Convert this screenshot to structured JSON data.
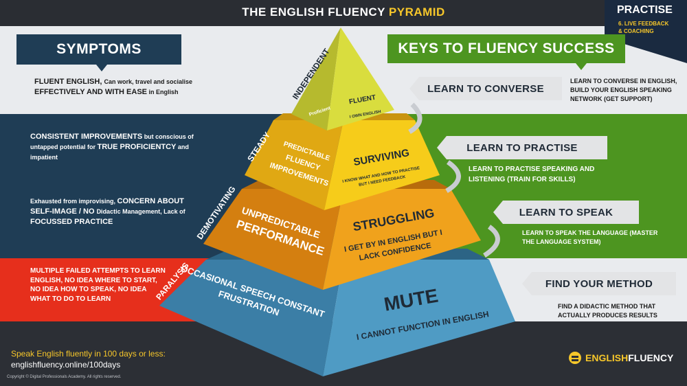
{
  "title": {
    "main": "THE ENGLISH FLUENCY",
    "highlight": "PYRAMID"
  },
  "practise": {
    "title": "PRACTISE",
    "sub1": "6. LIVE FEEDBACK",
    "sub2": "& COACHING"
  },
  "symptoms": {
    "heading": "SYMPTOMS",
    "items": [
      {
        "parts": [
          "FLUENT ENGLISH, ",
          "Can work, travel",
          " and socialise ",
          "EFFECTIVELY AND WITH EASE",
          " in English"
        ]
      },
      {
        "parts": [
          "CONSISTENT IMPROVEMENTS",
          " but conscious of untapped potential for ",
          "TRUE PROFICIENTCY",
          " and impatient"
        ]
      },
      {
        "parts": [
          "Exhausted from improvising, ",
          "CONCERN ABOUT SELF-IMAGE / NO ",
          "Didactic Management",
          ", Lack of ",
          "FOCUSSED PRACTICE"
        ]
      },
      {
        "text": "MULTIPLE FAILED ATTEMPTS TO LEARN ENGLISH, NO IDEA WHERE TO START, NO IDEA HOW TO SPEAK, NO IDEA WHAT TO DO TO LEARN"
      }
    ]
  },
  "keys": {
    "heading": "KEYS TO FLUENCY SUCCESS",
    "items": [
      {
        "label": "LEARN TO CONVERSE",
        "desc": "LEARN TO CONVERSE IN ENGLISH, BUILD YOUR ENGLISH SPEAKING NETWORK (GET SUPPORT)"
      },
      {
        "label": "LEARN TO PRACTISE",
        "desc": "LEARN TO PRACTISE SPEAKING AND LISTENING (TRAIN FOR SKILLS)"
      },
      {
        "label": "LEARN TO SPEAK",
        "desc": "LEARN TO SPEAK THE LANGUAGE (MASTER THE LANGUAGE SYSTEM)"
      },
      {
        "label": "FIND YOUR METHOD",
        "desc": "FIND A DIDACTIC METHOD THAT ACTUALLY PRODUCES RESULTS"
      }
    ]
  },
  "pyramid": {
    "levels": [
      {
        "side": "INDEPENDENT",
        "left": "Proficient",
        "right_title": "FLUENT",
        "right_sub": "I OWN ENGLISH",
        "left_color": "#b6ba2e",
        "right_color": "#d9dd3e",
        "side_color": "#9ea12a"
      },
      {
        "side": "STEADY",
        "left": "PREDICTABLE FLUENCY IMPROVEMENTS",
        "right_title": "SURVIVING",
        "right_sub": "I KNOW WHAT AND HOW TO PRACTISE BUT I NEED FEEDBACK",
        "left_color": "#e0a813",
        "right_color": "#f6cc1a",
        "side_color": "#c99410"
      },
      {
        "side": "DEMOTIVATING",
        "left": "Unpredictable PERFORMANCE",
        "right_title": "STRUGGLING",
        "right_sub": "I GET BY IN ENGLISH BUT I LACK CONFIDENCE",
        "left_color": "#d47f10",
        "right_color": "#f0a21c",
        "side_color": "#b86c0c"
      },
      {
        "side": "PARALYSIS",
        "left": "OCCASIONAL SPEECH CONSTANT FRUSTRATION",
        "right_title": "MUTE",
        "right_sub": "I CANNOT FUNCTION IN ENGLISH",
        "left_color": "#3b7ea6",
        "right_color": "#4f9bc4",
        "side_color": "#2c6485"
      }
    ]
  },
  "footer": {
    "promo1": "Speak English fluently in 100 days or less:",
    "promo2": "englishfluency.online/100days",
    "copyright": "Copyright © Digital Professionals Academy. All rights reserved.",
    "logo_a": "ENGLISH",
    "logo_b": "FLUENCY"
  }
}
